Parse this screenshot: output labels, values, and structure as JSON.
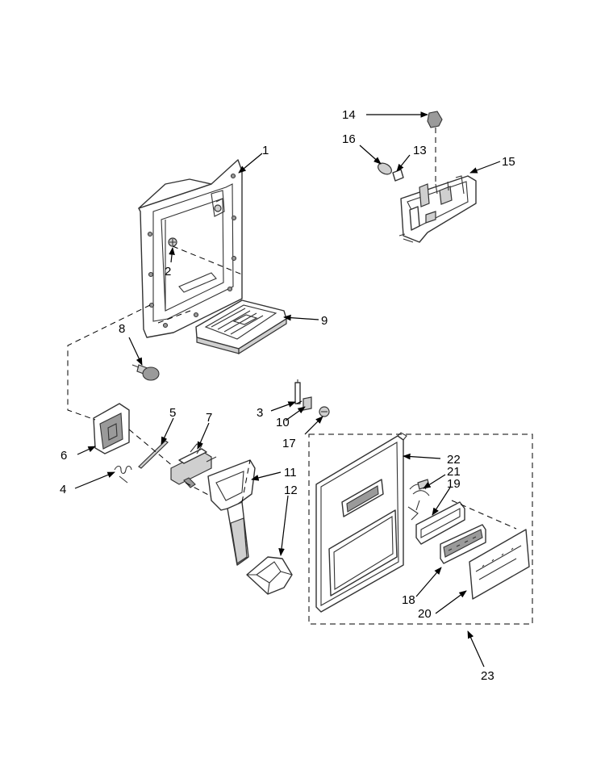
{
  "callouts": [
    {
      "id": "p1",
      "text": "1"
    },
    {
      "id": "p2",
      "text": "2"
    },
    {
      "id": "p3",
      "text": "3"
    },
    {
      "id": "p4",
      "text": "4"
    },
    {
      "id": "p5",
      "text": "5"
    },
    {
      "id": "p6",
      "text": "6"
    },
    {
      "id": "p7",
      "text": "7"
    },
    {
      "id": "p8",
      "text": "8"
    },
    {
      "id": "p9",
      "text": "9"
    },
    {
      "id": "p10",
      "text": "10"
    },
    {
      "id": "p11",
      "text": "11"
    },
    {
      "id": "p12",
      "text": "12"
    },
    {
      "id": "p13",
      "text": "13"
    },
    {
      "id": "p14",
      "text": "14"
    },
    {
      "id": "p15",
      "text": "15"
    },
    {
      "id": "p16",
      "text": "16"
    },
    {
      "id": "p17",
      "text": "17"
    },
    {
      "id": "p18",
      "text": "18"
    },
    {
      "id": "p19",
      "text": "19"
    },
    {
      "id": "p20",
      "text": "20"
    },
    {
      "id": "p21",
      "text": "21"
    },
    {
      "id": "p22",
      "text": "22"
    },
    {
      "id": "p23",
      "text": "23"
    }
  ]
}
